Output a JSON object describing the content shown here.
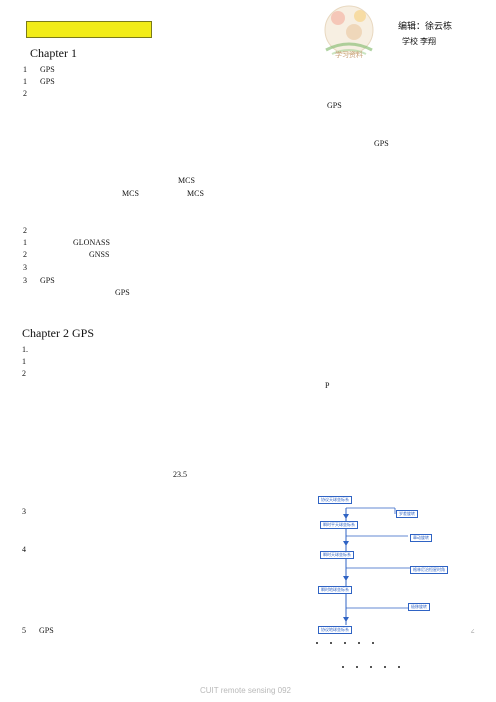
{
  "header": {
    "editor_label": "编辑：徐云栋",
    "sub_label": "学校   李翔"
  },
  "chapter1": {
    "title": "Chapter 1",
    "lines": [
      {
        "n": "1",
        "t": "GPS"
      },
      {
        "n": "1",
        "t": "GPS"
      },
      {
        "n": "2",
        "t": ""
      }
    ],
    "right_gps_1": "GPS",
    "right_gps_2": "GPS",
    "mcs_1": "MCS",
    "mcs_2": "MCS",
    "mcs_3": "MCS",
    "list2": [
      {
        "n": "2",
        "t": ""
      },
      {
        "n": "1",
        "t": "GLONASS"
      },
      {
        "n": "2",
        "t": "GNSS"
      },
      {
        "n": "3",
        "t": ""
      },
      {
        "n": "3",
        "t": "GPS"
      }
    ],
    "gps_tail": "GPS"
  },
  "chapter2": {
    "title": "Chapter 2  GPS",
    "lines": [
      {
        "n": "1.",
        "t": ""
      },
      {
        "n": "1",
        "t": ""
      },
      {
        "n": "2",
        "t": ""
      }
    ],
    "p_char": "P",
    "value": "23.5",
    "item3": "3",
    "item4": "4",
    "item5": {
      "n": "5",
      "t": "GPS"
    }
  },
  "flowchart": {
    "main_boxes": [
      "协议天球坐标系",
      "瞬时平天球坐标系",
      "瞬时天球坐标系",
      "瞬时地球坐标系",
      "协议地球坐标系"
    ],
    "side_boxes": [
      "岁差旋转",
      "章动旋转",
      "格林尼治恒星时角",
      "极移旋转"
    ],
    "trailing_mark": "∠"
  },
  "footer": {
    "text": "CUIT remote sensing 092"
  },
  "colors": {
    "highlight": "#f2ec18",
    "flow_blue": "#2f63c4",
    "footer_gray": "#b9b9b9"
  }
}
